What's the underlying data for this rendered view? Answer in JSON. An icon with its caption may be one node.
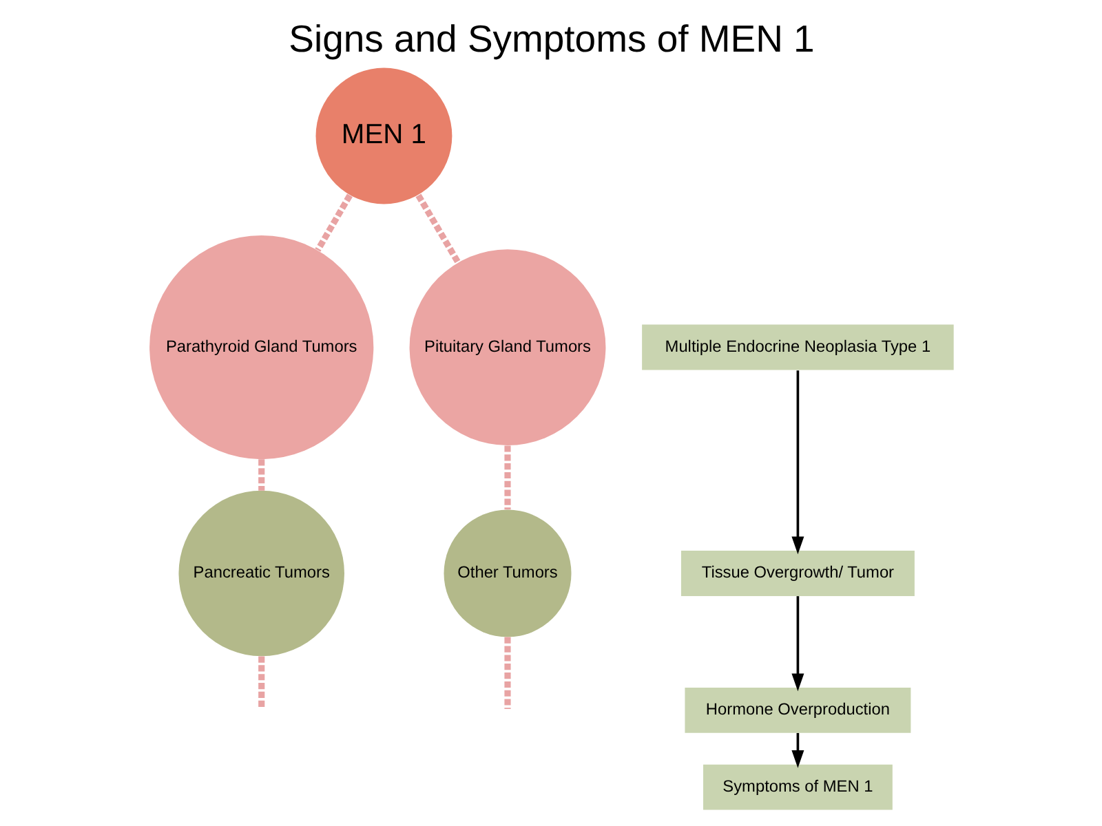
{
  "diagram": {
    "title": "Signs and Symptoms of MEN 1",
    "nodes": [
      {
        "text": [
          "MEN 1"
        ]
      },
      {
        "text": [
          "Parathyroid Gland Tumors"
        ]
      },
      {
        "text": [
          "Pituitary Gland Tumors"
        ]
      },
      {
        "text": [
          "Pancreatic Tumors"
        ]
      },
      {
        "text": [
          "Other Tumors"
        ]
      },
      {
        "text": [
          "Multiple Endocrine Neoplasia Type 1"
        ]
      },
      {
        "text": [
          "Tissue Overgrowth/ Tumor"
        ]
      },
      {
        "text": [
          "Hormone Overproduction"
        ]
      },
      {
        "text": [
          "Symptoms of MEN 1"
        ]
      }
    ],
    "edges": [
      {
        "from": 0,
        "to": 1,
        "arrow": "none",
        "style": "dashed"
      },
      {
        "from": 1,
        "to": 3,
        "arrow": "none",
        "style": "dashed"
      },
      {
        "from": 3,
        "to": null,
        "arrow": "none",
        "style": "dashed"
      },
      {
        "from": 0,
        "to": 2,
        "arrow": "none",
        "style": "dashed"
      },
      {
        "from": 2,
        "to": 4,
        "arrow": "none",
        "style": "dashed"
      },
      {
        "from": 4,
        "to": null,
        "arrow": "none",
        "style": "dashed"
      },
      {
        "from": 5,
        "to": 6,
        "arrow": "to",
        "color": "#000000"
      },
      {
        "from": 6,
        "to": 7,
        "arrow": "to",
        "color": "#000000"
      },
      {
        "from": 7,
        "to": 8,
        "arrow": "to",
        "color": "#000000"
      }
    ]
  }
}
